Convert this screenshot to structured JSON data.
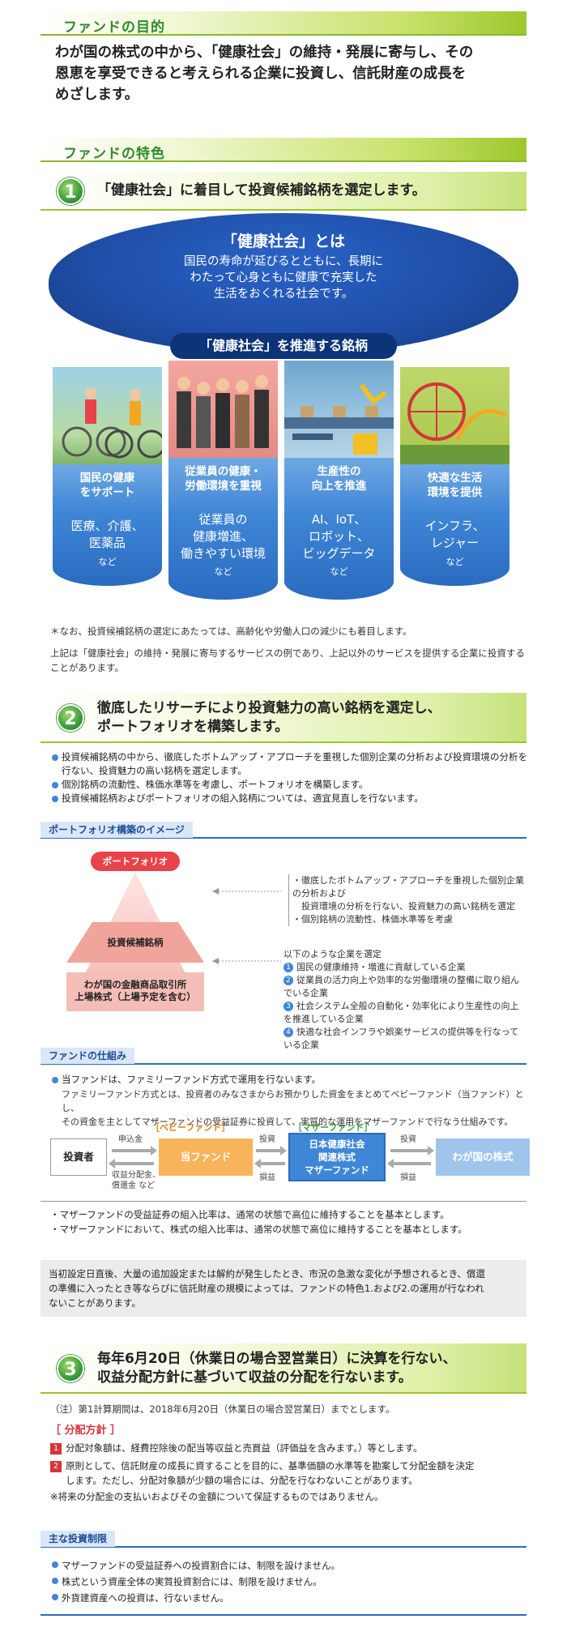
{
  "purpose": {
    "header": "ファンドの目的",
    "text_lines": [
      "わが国の株式の中から、「健康社会」の維持・発展に寄与し、その",
      "恩恵を享受できると考えられる企業に投資し、信託財産の成長を",
      "めざします。"
    ]
  },
  "features": {
    "header": "ファンドの特色",
    "f1": {
      "number": "1",
      "title": "「健康社会」に着目して投資候補銘柄を選定します。",
      "cylinder": {
        "title": "「健康社会」とは",
        "sub_lines": [
          "国民の寿命が延びるとともに、長期に",
          "わたって心身ともに健康で充実した",
          "生活をおくれる社会です。"
        ],
        "label": "「健康社会」を推進する銘柄",
        "pillars": [
          {
            "head": [
              "国民の健康",
              "をサポート"
            ],
            "items": [
              "医療、介護、",
              "医薬品"
            ],
            "etc": "など"
          },
          {
            "head": [
              "従業員の健康・",
              "労働環境を重視"
            ],
            "items": [
              "従業員の",
              "健康増進、",
              "働きやすい環境"
            ],
            "etc": "など"
          },
          {
            "head": [
              "生産性の",
              "向上を推進"
            ],
            "items": [
              "AI、IoT、",
              "ロボット、",
              "ビッグデータ"
            ],
            "etc": "など"
          },
          {
            "head": [
              "快適な生活",
              "環境を提供"
            ],
            "items": [
              "インフラ、",
              "レジャー"
            ],
            "etc": "など"
          }
        ]
      },
      "note1": "＊なお、投資候補銘柄の選定にあたっては、高齢化や労働人口の減少にも着目します。",
      "note2_lines": [
        "上記は「健康社会」の維持・発展に寄与するサービスの例であり、上記以外のサービスを提供する企業に投資する",
        "ことがあります。"
      ]
    },
    "f2": {
      "number": "2",
      "title_lines": [
        "徹底したリサーチにより投資魅力の高い銘柄を選定し、",
        "ポートフォリオを構築します。"
      ],
      "bullets": [
        "投資候補銘柄の中から、徹底したボトムアップ・アプローチを重視した個別企業の分析および投資環境の分析を行ない、投資魅力の高い銘柄を選定します。",
        "個別銘柄の流動性、株価水準等を考慮し、ポートフォリオを構築します。",
        "投資候補銘柄およびポートフォリオの組入銘柄については、適宜見直しを行ないます。"
      ],
      "image_tab": "ポートフォリオ構築のイメージ",
      "pyramid": {
        "top": "ポートフォリオ",
        "mid": "投資候補銘柄",
        "bottom_lines": [
          "わが国の金融商品取引所",
          "上場株式（上場予定を含む）"
        ]
      },
      "right_top": [
        "・徹底したボトムアップ・アプローチを重視した個別企業の分析および",
        "　投資環境の分析を行ない、投資魅力の高い銘柄を選定",
        "・個別銘柄の流動性、株価水準等を考慮"
      ],
      "right_bottom_intro": "以下のような企業を選定",
      "right_bottom_items": [
        {
          "n": "1",
          "t": "国民の健康維持・増進に貢献している企業"
        },
        {
          "n": "2",
          "t": "従業員の活力向上や効率的な労働環境の整備に取り組んでいる企業"
        },
        {
          "n": "3",
          "t": "社会システム全般の自動化・効率化により生産性の向上を推進している企業"
        },
        {
          "n": "4",
          "t": "快適な社会インフラや娯楽サービスの提供等を行なっている企業"
        }
      ]
    },
    "structure": {
      "tab": "ファンドの仕組み",
      "bullet": "当ファンドは、ファミリーファンド方式で運用を行ないます。",
      "desc_lines": [
        "ファミリーファンド方式とは、投資者のみなさまからお預かりした資金をまとめてベビーファンド（当ファンド）とし、",
        "その資金を主としてマザーファンドの受益証券に投資して、実質的な運用をマザーファンドで行なう仕組みです。"
      ],
      "baby_label": "［ベビーファンド］",
      "mother_label": "［マザーファンド］",
      "investor": "投資者",
      "fund": "当ファンド",
      "mother_lines": [
        "日本健康社会",
        "関連株式",
        "マザーファンド"
      ],
      "stocks": "わが国の株式",
      "arrow1_top": "申込金",
      "arrow1_bottom_lines": [
        "収益分配金、",
        "償還金 など"
      ],
      "arrow_invest": "投資",
      "arrow_loss": "損益",
      "notes": [
        "・マザーファンドの受益証券の組入比率は、通常の状態で高位に維持することを基本とします。",
        "・マザーファンドにおいて、株式の組入比率は、通常の状態で高位に維持することを基本とします。"
      ],
      "gray_lines": [
        "当初設定日直後、大量の追加設定または解約が発生したとき、市況の急激な変化が予想されるとき、償還",
        "の準備に入ったとき等ならびに信託財産の規模によっては、ファンドの特色1.および2.の運用が行なわれ",
        "ないことがあります。"
      ]
    },
    "f3": {
      "number": "3",
      "title_lines": [
        "毎年6月20日（休業日の場合翌営業日）に決算を行ない、",
        "収益分配方針に基づいて収益の分配を行ないます。"
      ],
      "note": "（注）第1計算期間は、2018年6月20日（休業日の場合翌営業日）までとします。",
      "policy_tab": "［ 分配方針 ］",
      "policies": [
        {
          "n": "1",
          "lines": [
            "分配対象額は、経費控除後の配当等収益と売買益（評価益を含みます。）等とします。"
          ]
        },
        {
          "n": "2",
          "lines": [
            "原則として、信託財産の成長に資することを目的に、基準価額の水準等を勘案して分配金額を決定",
            "します。ただし、分配対象額が少額の場合には、分配を行なわないことがあります。"
          ]
        }
      ],
      "disclaimer": "※将来の分配金の支払いおよびその金額について保証するものではありません。"
    },
    "limits": {
      "tab": "主な投資制限",
      "items": [
        "マザーファンドの受益証券への投資割合には、制限を設けません。",
        "株式という資産全体の実質投資割合には、制限を設けません。",
        "外貨建資産への投資は、行ないません。"
      ]
    }
  }
}
